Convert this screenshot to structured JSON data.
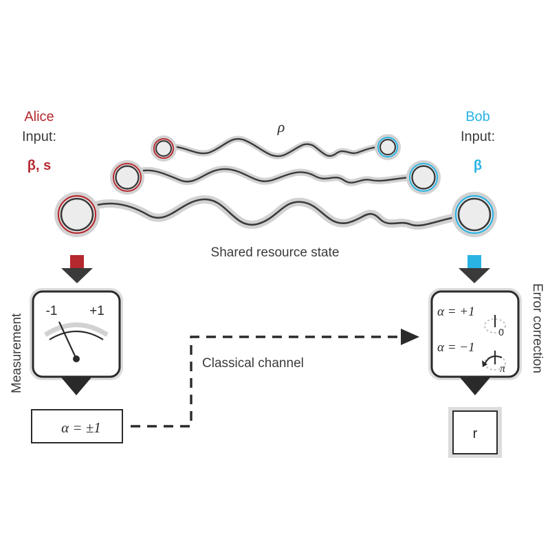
{
  "alice": {
    "name": "Alice",
    "input_label": "Input:",
    "input_value": "β, s"
  },
  "bob": {
    "name": "Bob",
    "input_label": "Input:",
    "input_value": "β"
  },
  "state": {
    "rho": "ρ",
    "caption": "Shared resource state"
  },
  "measurement": {
    "label": "Measurement",
    "tick_minus": "-1",
    "tick_plus": "+1"
  },
  "outcome": {
    "text": "α = ±1"
  },
  "channel": {
    "label": "Classical channel"
  },
  "correction": {
    "label": "Error correction",
    "case_plus": "α = +1",
    "angle_plus": "0",
    "case_minus": "α = −1",
    "angle_minus": "π"
  },
  "result": {
    "value": "r"
  },
  "colors": {
    "alice": "#b5282e",
    "bob": "#29b3e3",
    "line": "#3a3a3a",
    "halo": "#d2d2d2",
    "node_fill": "#ececec"
  }
}
